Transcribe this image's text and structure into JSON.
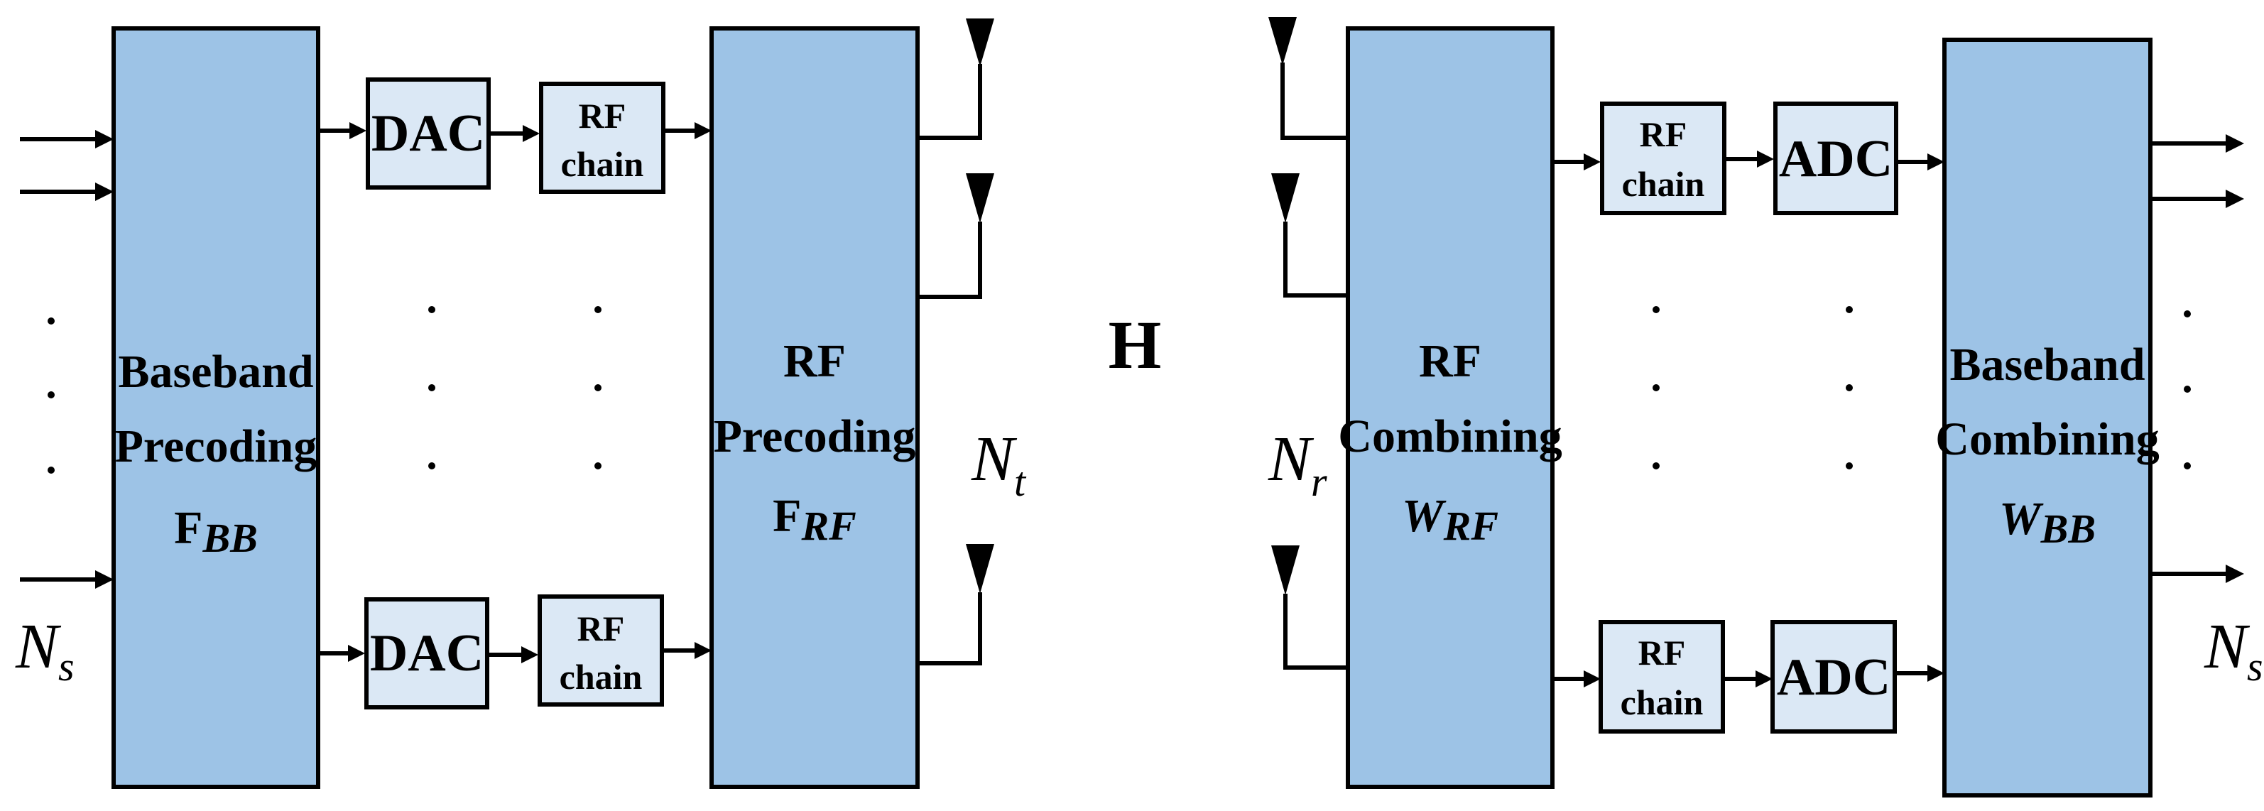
{
  "transmitter": {
    "baseband_block": {
      "line1": "Baseband",
      "line2": "Precoding",
      "line3": "F",
      "sub": "BB"
    },
    "dac_label": "DAC",
    "rf_chain": {
      "line1": "RF",
      "line2": "chain"
    },
    "rf_block": {
      "line1": "RF",
      "line2": "Precoding",
      "line3": "F",
      "sub": "RF"
    },
    "antenna_label": {
      "main": "N",
      "sub": "t"
    },
    "input_label": {
      "main": "N",
      "sub": "s"
    }
  },
  "channel_label": "H",
  "receiver": {
    "antenna_label": {
      "main": "N",
      "sub": "r"
    },
    "rf_block": {
      "line1": "RF",
      "line2": "Combining",
      "line3": "W",
      "sub": "RF"
    },
    "rf_chain": {
      "line1": "RF",
      "line2": "chain"
    },
    "adc_label": "ADC",
    "baseband_block": {
      "line1": "Baseband",
      "line2": "Combining",
      "line3": "W",
      "sub": "BB"
    },
    "output_label": {
      "main": "N",
      "sub": "s"
    }
  }
}
